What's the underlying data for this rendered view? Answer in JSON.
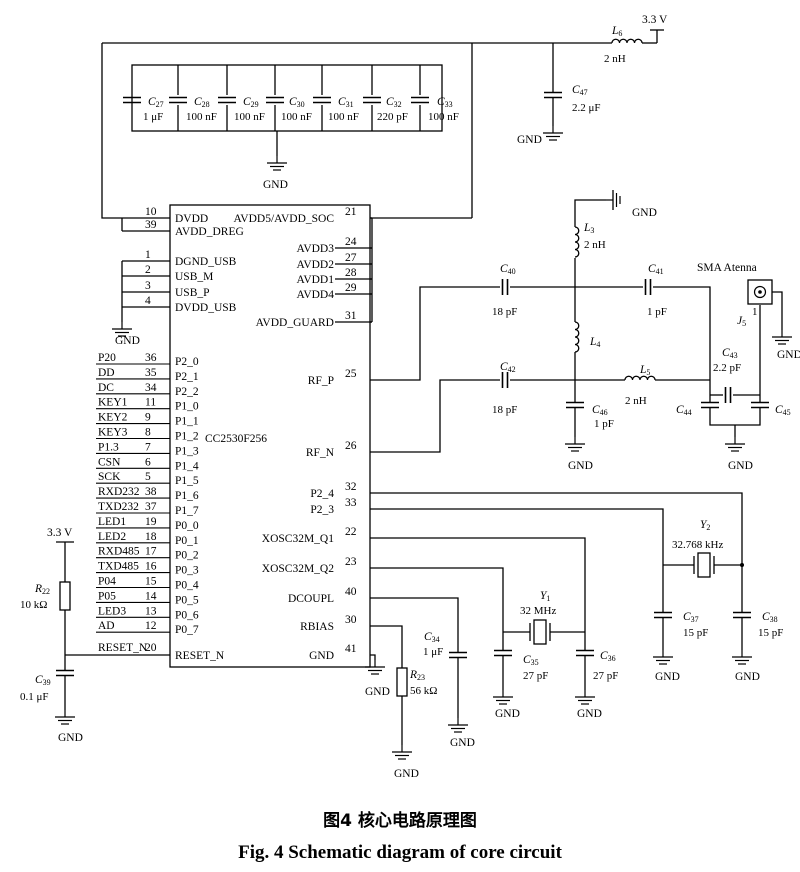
{
  "figure": {
    "caption_cn": "图4  核心电路原理图",
    "caption_en": "Fig. 4  Schematic diagram of core circuit"
  },
  "chip": {
    "name": "CC2530F256",
    "left_power_pins": [
      {
        "num": "10",
        "name": "DVDD"
      },
      {
        "num": "39",
        "name": "AVDD_DREG"
      },
      {
        "num": "1",
        "name": "DGND_USB"
      },
      {
        "num": "2",
        "name": "USB_M"
      },
      {
        "num": "3",
        "name": "USB_P"
      },
      {
        "num": "4",
        "name": "DVDD_USB"
      }
    ],
    "right_pins": [
      {
        "num": "21",
        "name": "AVDD5/AVDD_SOC"
      },
      {
        "num": "24",
        "name": "AVDD3"
      },
      {
        "num": "27",
        "name": "AVDD2"
      },
      {
        "num": "28",
        "name": "AVDD1"
      },
      {
        "num": "29",
        "name": "AVDD4"
      },
      {
        "num": "31",
        "name": "AVDD_GUARD"
      },
      {
        "num": "25",
        "name": "RF_P"
      },
      {
        "num": "26",
        "name": "RF_N"
      },
      {
        "num": "32",
        "name": "P2_4"
      },
      {
        "num": "33",
        "name": "P2_3"
      },
      {
        "num": "22",
        "name": "XOSC32M_Q1"
      },
      {
        "num": "23",
        "name": "XOSC32M_Q2"
      },
      {
        "num": "40",
        "name": "DCOUPL"
      },
      {
        "num": "30",
        "name": "RBIAS"
      },
      {
        "num": "41",
        "name": "GND"
      }
    ],
    "io_pins": [
      {
        "net": "P20",
        "num": "36",
        "name": "P2_0"
      },
      {
        "net": "DD",
        "num": "35",
        "name": "P2_1"
      },
      {
        "net": "DC",
        "num": "34",
        "name": "P2_2"
      },
      {
        "net": "KEY1",
        "num": "11",
        "name": "P1_0"
      },
      {
        "net": "KEY2",
        "num": "9",
        "name": "P1_1"
      },
      {
        "net": "KEY3",
        "num": "8",
        "name": "P1_2"
      },
      {
        "net": "P1.3",
        "num": "7",
        "name": "P1_3"
      },
      {
        "net": "CSN",
        "num": "6",
        "name": "P1_4"
      },
      {
        "net": "SCK",
        "num": "5",
        "name": "P1_5"
      },
      {
        "net": "RXD232",
        "num": "38",
        "name": "P1_6"
      },
      {
        "net": "TXD232",
        "num": "37",
        "name": "P1_7"
      },
      {
        "net": "LED1",
        "num": "19",
        "name": "P0_0"
      },
      {
        "net": "LED2",
        "num": "18",
        "name": "P0_1"
      },
      {
        "net": "RXD485",
        "num": "17",
        "name": "P0_2"
      },
      {
        "net": "TXD485",
        "num": "16",
        "name": "P0_3"
      },
      {
        "net": "P04",
        "num": "15",
        "name": "P0_4"
      },
      {
        "net": "P05",
        "num": "14",
        "name": "P0_5"
      },
      {
        "net": "LED3",
        "num": "13",
        "name": "P0_6"
      },
      {
        "net": "AD",
        "num": "12",
        "name": "P0_7"
      }
    ],
    "reset_pin": {
      "net": "RESET_N",
      "num": "20",
      "name": "RESET_N"
    }
  },
  "labels": {
    "supply": "3.3  V",
    "gnd": "GND",
    "antenna": "SMA  Atenna",
    "antenna_ref": "J",
    "antenna_ref_sub": "5",
    "antenna_pin": "1"
  },
  "decoupling": [
    {
      "ref": "C",
      "sub": "27",
      "value": "1  μF"
    },
    {
      "ref": "C",
      "sub": "28",
      "value": "100  nF"
    },
    {
      "ref": "C",
      "sub": "29",
      "value": "100  nF"
    },
    {
      "ref": "C",
      "sub": "30",
      "value": "100  nF"
    },
    {
      "ref": "C",
      "sub": "31",
      "value": "100  nF"
    },
    {
      "ref": "C",
      "sub": "32",
      "value": "220  pF"
    },
    {
      "ref": "C",
      "sub": "33",
      "value": "100  nF"
    }
  ],
  "components": {
    "L6": {
      "ref": "L",
      "sub": "6",
      "value": "2  nH"
    },
    "C47": {
      "ref": "C",
      "sub": "47",
      "value": "2.2  μF"
    },
    "L3": {
      "ref": "L",
      "sub": "3",
      "value": "2  nH"
    },
    "L4": {
      "ref": "L",
      "sub": "4",
      "value": ""
    },
    "L5": {
      "ref": "L",
      "sub": "5",
      "value": "2  nH"
    },
    "C40": {
      "ref": "C",
      "sub": "40",
      "value": "18  pF"
    },
    "C41": {
      "ref": "C",
      "sub": "41",
      "value": "1  pF"
    },
    "C42": {
      "ref": "C",
      "sub": "42",
      "value": "18  pF"
    },
    "C43": {
      "ref": "C",
      "sub": "43",
      "value": "2.2  pF"
    },
    "C44": {
      "ref": "C",
      "sub": "44",
      "value": ""
    },
    "C45": {
      "ref": "C",
      "sub": "45",
      "value": ""
    },
    "C46": {
      "ref": "C",
      "sub": "46",
      "value": "1  pF"
    },
    "Y1": {
      "ref": "Y",
      "sub": "1",
      "value": "32  MHz"
    },
    "Y2": {
      "ref": "Y",
      "sub": "2",
      "value": "32.768  kHz"
    },
    "C34": {
      "ref": "C",
      "sub": "34",
      "value": "1  μF"
    },
    "C35": {
      "ref": "C",
      "sub": "35",
      "value": "27  pF"
    },
    "C36": {
      "ref": "C",
      "sub": "36",
      "value": "27  pF"
    },
    "C37": {
      "ref": "C",
      "sub": "37",
      "value": "15  pF"
    },
    "C38": {
      "ref": "C",
      "sub": "38",
      "value": "15  pF"
    },
    "R23": {
      "ref": "R",
      "sub": "23",
      "value": "56  kΩ"
    },
    "R22": {
      "ref": "R",
      "sub": "22",
      "value": "10  kΩ"
    },
    "C39": {
      "ref": "C",
      "sub": "39",
      "value": "0.1  μF"
    }
  }
}
